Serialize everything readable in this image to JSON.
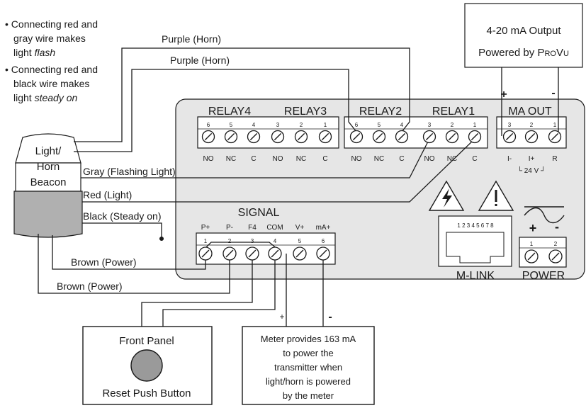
{
  "notes": {
    "line1": "• Connecting red and",
    "line2": "gray wire makes",
    "line3_a": "light ",
    "line3_b": "flash",
    "line4": "• Connecting red and",
    "line5": "black wire makes",
    "line6_a": "light ",
    "line6_b": "steady on"
  },
  "output_box": {
    "line1": "4-20 mA Output",
    "line2_a": "Powered by P",
    "line2_b": "RO",
    "line2_c": "V",
    "line2_d": "U"
  },
  "wires": {
    "purple1": "Purple (Horn)",
    "purple2": "Purple (Horn)",
    "gray": "Gray (Flashing Light)",
    "red": "Red (Light)",
    "black": "Black (Steady on)",
    "brown1": "Brown (Power)",
    "brown2": "Brown (Power)"
  },
  "beacon": {
    "line1": "Light/",
    "line2": "Horn",
    "line3": "Beacon"
  },
  "relays": {
    "relay4": "RELAY4",
    "relay3": "RELAY3",
    "relay2": "RELAY2",
    "relay1": "RELAY1",
    "terminal_numbers": [
      "6",
      "5",
      "4",
      "3",
      "2",
      "1",
      "6",
      "5",
      "4",
      "3",
      "2",
      "1"
    ],
    "terminal_labels": [
      "NO",
      "NC",
      "C",
      "NO",
      "NC",
      "C",
      "NO",
      "NC",
      "C",
      "NO",
      "NC",
      "C"
    ]
  },
  "ma_out": {
    "title": "MA OUT",
    "plus": "+",
    "minus": "-",
    "numbers": [
      "3",
      "2",
      "1"
    ],
    "labels": [
      "I-",
      "I+",
      "R"
    ],
    "v24": "└ 24 V ┘"
  },
  "signal": {
    "title": "SIGNAL",
    "labels": [
      "P+",
      "P-",
      "F4",
      "COM",
      "V+",
      "mA+"
    ],
    "numbers": [
      "1",
      "2",
      "3",
      "4",
      "5",
      "6"
    ],
    "plus": "+",
    "minus": "-"
  },
  "mlink": {
    "pins": "1 2 3 4 5 6 7 8",
    "label": "M-LINK"
  },
  "power": {
    "label": "POWER",
    "plus": "+",
    "minus": "-",
    "numbers": [
      "1",
      "2"
    ]
  },
  "front_panel": {
    "title": "Front Panel",
    "caption": "Reset Push Button"
  },
  "meter_note": {
    "line1": "Meter provides 163 mA",
    "line2": "to power the",
    "line3": "transmitter when",
    "line4": "light/horn is powered",
    "line5": "by the meter"
  },
  "colors": {
    "panel": "#e6e6e6",
    "stroke": "#1a1a1a",
    "beacon_bottom": "#b0b0b0",
    "button": "#9a9a9a"
  }
}
